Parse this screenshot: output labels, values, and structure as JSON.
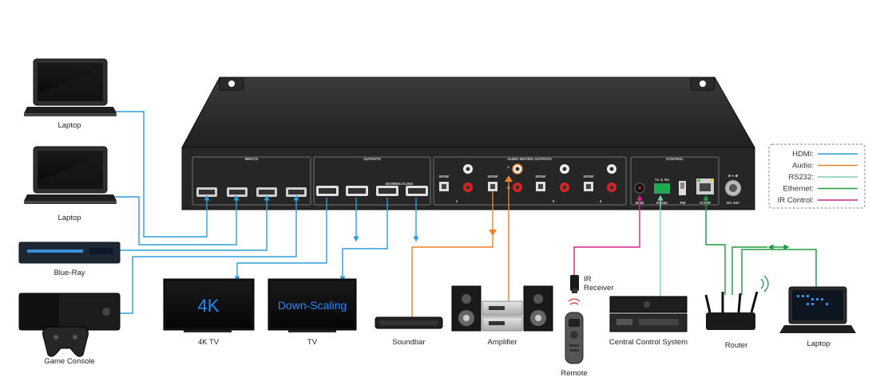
{
  "colors": {
    "hdmi": "#2a9fd8",
    "audio": "#e8822a",
    "rs232": "#7fd1a8",
    "ethernet": "#1f9a3f",
    "ir": "#d4268a",
    "chassis": "#2b2b2b"
  },
  "legend": {
    "items": [
      {
        "label": "HDMI:",
        "color": "#2a9fd8"
      },
      {
        "label": "Audio:",
        "color": "#e8822a"
      },
      {
        "label": "RS232:",
        "color": "#7fd1a8"
      },
      {
        "label": "Ethernet:",
        "color": "#1f9a3f"
      },
      {
        "label": "IR Control:",
        "color": "#d4268a"
      }
    ]
  },
  "panel": {
    "inputs": "INPUTS",
    "outputs": "OUTPUTS",
    "downscaling": "DOWNSCALING",
    "audio_matrix": "AUDIO MATRIX OUTPUTS",
    "control": "CONTROL",
    "spdif": "SPDIF",
    "l": "L",
    "r": "R",
    "ir_in": "IR IN",
    "rs232": "RS232",
    "fw": "FW",
    "tcp_ip": "TCP/IP",
    "dc": "DC 24V",
    "txrx": "Tx ⏚ Rx",
    "zone_1": "1",
    "zone_2": "2",
    "zone_3": "3",
    "zone_4": "4"
  },
  "devices": {
    "laptop1": "Laptop",
    "laptop2": "Laptop",
    "bluray": "Blue-Ray",
    "console": "Game Console",
    "tv4k": "4K TV",
    "tv4k_screen": "4K",
    "tv": "TV",
    "tv_screen": "Down-Scaling",
    "soundbar": "Soundbar",
    "amplifier": "Amplifier",
    "ir_receiver": "IR\nReceiver",
    "ir_receiver_line1": "IR",
    "ir_receiver_line2": "Receiver",
    "remote": "Remote",
    "central": "Central Control System",
    "router": "Router",
    "laptop3": "Laptop"
  }
}
